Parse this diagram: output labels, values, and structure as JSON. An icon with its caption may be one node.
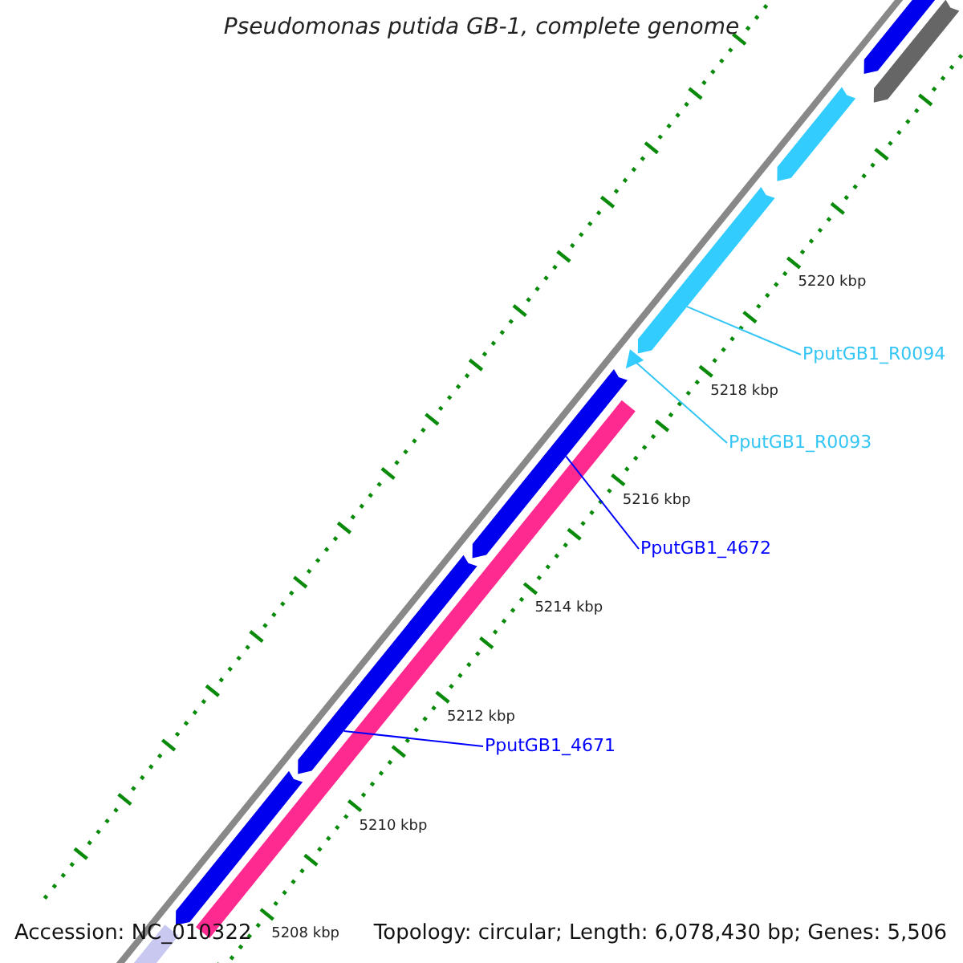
{
  "diagram": {
    "title": "Pseudomonas putida GB-1, complete genome",
    "nodes": [
      {
        "text": [
          "PputGB1_R0094"
        ]
      },
      {
        "text": [],
        "shape": "bar"
      },
      {
        "text": [
          "PputGB1_R0093"
        ]
      },
      {
        "text": [],
        "shape": "bar"
      },
      {
        "text": [
          "PputGB1_4672"
        ]
      },
      {
        "text": [],
        "shape": "bar"
      },
      {
        "text": [
          "PputGB1_4671"
        ]
      },
      {
        "text": [],
        "shape": "bar"
      },
      {
        "text": [],
        "shape": "bar"
      },
      {
        "text": [],
        "shape": "bar"
      },
      {
        "text": [],
        "shape": "bar"
      },
      {
        "text": [],
        "shape": "bar"
      },
      {
        "text": [],
        "shape": "bar"
      },
      {
        "text": [],
        "shape": "bar"
      }
    ],
    "edges": [
      {
        "from": 0,
        "to": 1,
        "arrow": "none",
        "color": "#33c6f5"
      },
      {
        "from": 2,
        "to": 3,
        "arrow": "none",
        "color": "#33c6f5"
      },
      {
        "from": 4,
        "to": 5,
        "arrow": "none",
        "color": "#0000ff"
      },
      {
        "from": 6,
        "to": 7,
        "arrow": "none",
        "color": "#0000ff"
      }
    ],
    "labels": [
      "5220 kbp",
      "5218 kbp",
      "5216 kbp",
      "5214 kbp",
      "5212 kbp",
      "5210 kbp",
      "5208 kbp",
      "Accession: NC_010322",
      "Topology: circular; Length: 6,078,430 bp; Genes: 5,506"
    ]
  }
}
